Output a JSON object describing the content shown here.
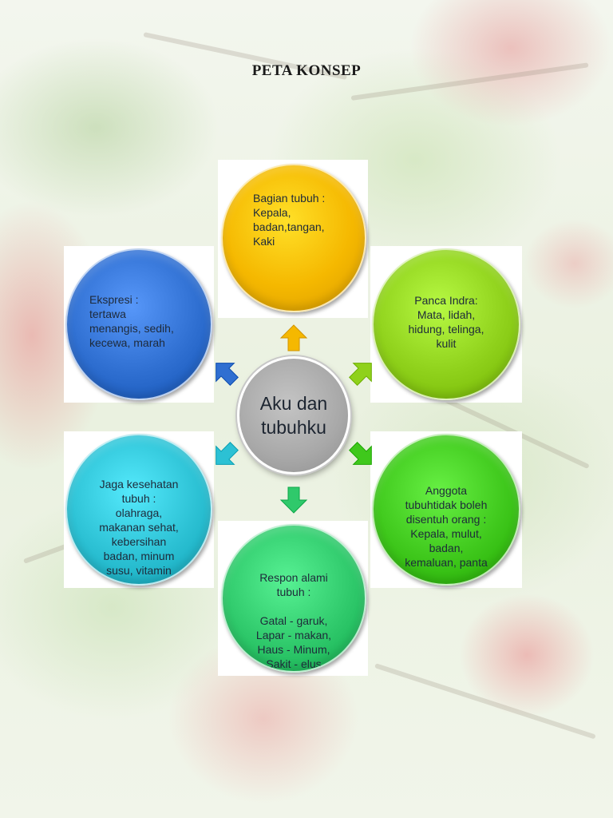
{
  "title": "PETA KONSEP",
  "center": {
    "lines": [
      "Aku dan",
      "tubuhku"
    ]
  },
  "nodes": {
    "top": {
      "color": "#f5b800",
      "lines": [
        "Bagian tubuh :",
        "Kepala,",
        "badan,tangan,",
        "Kaki"
      ]
    },
    "top_right": {
      "color": "#8fd11b",
      "lines": [
        "Panca Indra:",
        "Mata, lidah,",
        "hidung, telinga,",
        "kulit"
      ]
    },
    "bottom_right": {
      "color": "#3fc81c",
      "lines": [
        "Anggota",
        "tubuhtidak boleh",
        "disentuh orang :",
        "Kepala, mulut,",
        "badan,",
        "kemaluan, panta"
      ]
    },
    "bottom": {
      "color": "#2fc96b",
      "lines": [
        "Respon alami",
        "tubuh :",
        "",
        "Gatal - garuk,",
        "Lapar - makan,",
        "Haus - Minum,",
        "Sakit - elus"
      ]
    },
    "bottom_left": {
      "color": "#2cc1d4",
      "lines": [
        "Jaga kesehatan",
        "tubuh :",
        "olahraga,",
        "makanan sehat,",
        "kebersihan",
        "badan, minum",
        "susu, vitamin"
      ]
    },
    "top_left": {
      "color": "#2f6fd1",
      "lines": [
        "Ekspresi          :",
        "tertawa",
        "menangis,  sedih,",
        "kecewa, marah"
      ]
    }
  },
  "arrows": {
    "top": {
      "color": "#f5b800"
    },
    "top_right": {
      "color": "#8fd11b"
    },
    "bottom_right": {
      "color": "#3fc81c"
    },
    "bottom": {
      "color": "#2fc96b"
    },
    "bottom_left": {
      "color": "#2cc1d4"
    },
    "top_left": {
      "color": "#2f6fd1"
    }
  }
}
